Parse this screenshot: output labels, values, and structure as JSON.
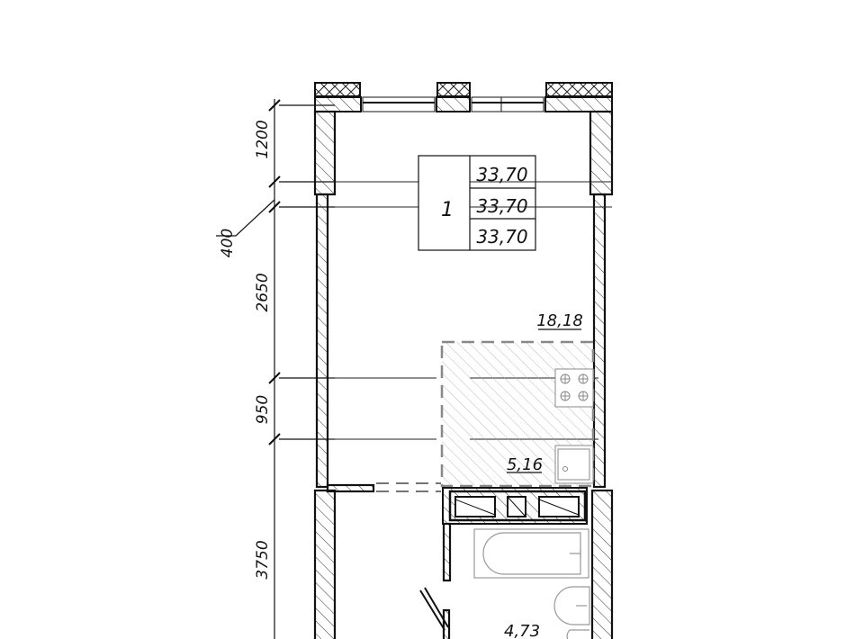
{
  "dimensions": {
    "d1": "1200",
    "d2": "400",
    "d3": "2650",
    "d4": "950",
    "d5": "3750"
  },
  "apartment_table": {
    "number": "1",
    "area_total": "33,70",
    "area_living": "33,70",
    "area_3": "33,70"
  },
  "rooms": {
    "living_area": "18,18",
    "kitchen_area": "5,16",
    "bathroom_area": "4,73"
  }
}
